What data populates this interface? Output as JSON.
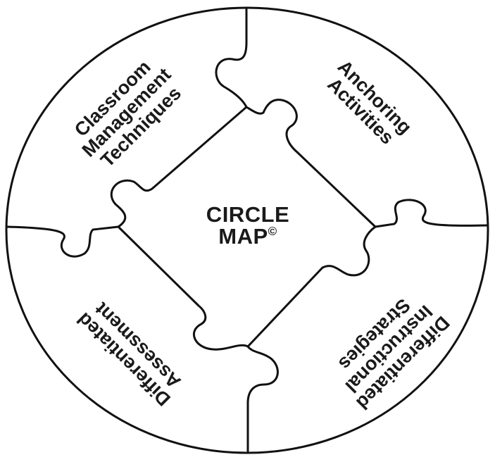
{
  "title": "CIRCLE",
  "title_line2": "MAP",
  "copyright_mark": "©",
  "quadrants": {
    "top_left": [
      "Classroom",
      "Management",
      "Techniques"
    ],
    "top_right": [
      "Anchoring",
      "Activities"
    ],
    "bottom_right": [
      "Differentiated",
      "Instructional",
      "Strategies"
    ],
    "bottom_left": [
      "Differentiated",
      "Assessment"
    ]
  },
  "colors": {
    "stroke": "#111111",
    "background": "#ffffff"
  }
}
